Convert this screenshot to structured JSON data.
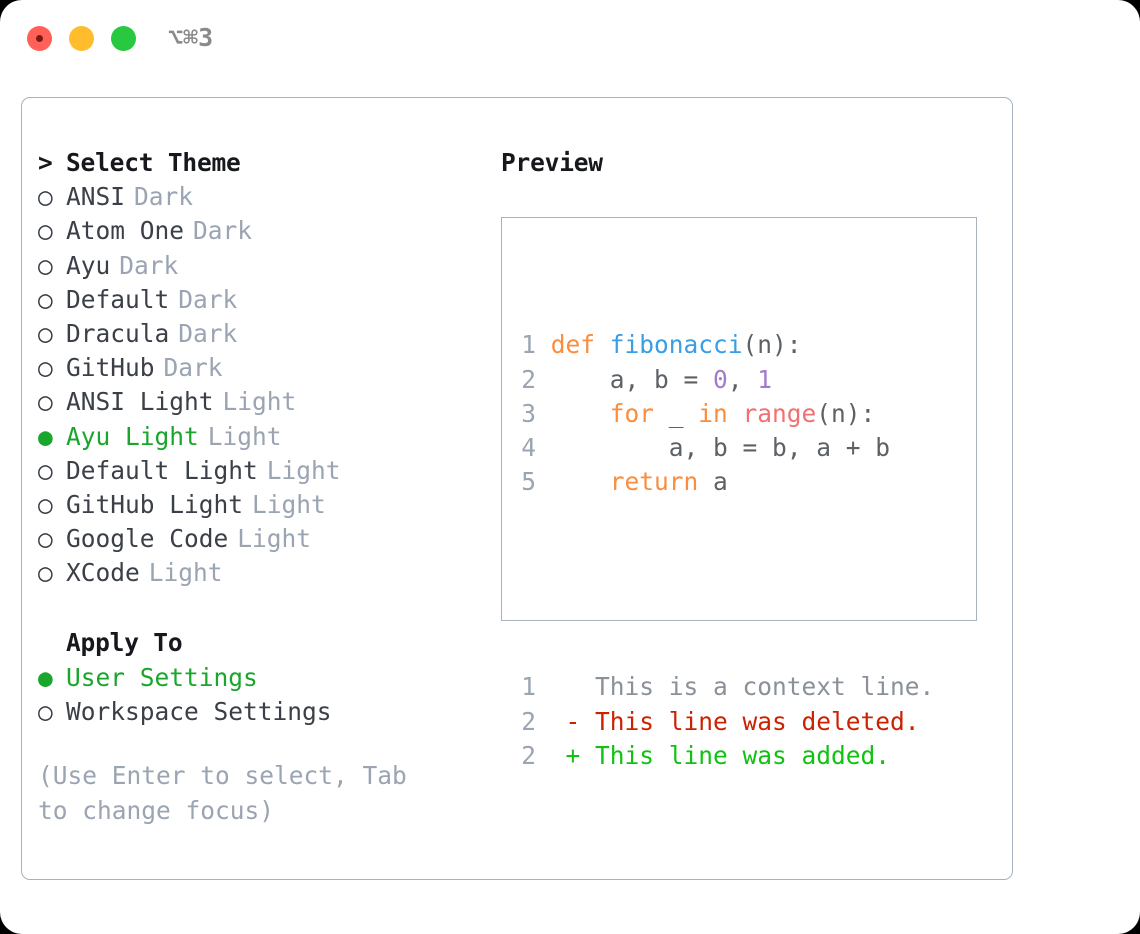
{
  "window": {
    "shortcut": "⌥⌘3",
    "traffic_lights": [
      "close",
      "minimize",
      "zoom"
    ]
  },
  "theme_section": {
    "caret": ">",
    "title": "Select Theme",
    "bullet_off": "○",
    "bullet_on": "●",
    "items": [
      {
        "name": "ANSI",
        "kind": "Dark",
        "selected": false
      },
      {
        "name": "Atom One",
        "kind": "Dark",
        "selected": false
      },
      {
        "name": "Ayu",
        "kind": "Dark",
        "selected": false
      },
      {
        "name": "Default",
        "kind": "Dark",
        "selected": false
      },
      {
        "name": "Dracula",
        "kind": "Dark",
        "selected": false
      },
      {
        "name": "GitHub",
        "kind": "Dark",
        "selected": false
      },
      {
        "name": "ANSI Light",
        "kind": "Light",
        "selected": false
      },
      {
        "name": "Ayu Light",
        "kind": "Light",
        "selected": true
      },
      {
        "name": "Default Light",
        "kind": "Light",
        "selected": false
      },
      {
        "name": "GitHub Light",
        "kind": "Light",
        "selected": false
      },
      {
        "name": "Google Code",
        "kind": "Light",
        "selected": false
      },
      {
        "name": "XCode",
        "kind": "Light",
        "selected": false
      }
    ]
  },
  "apply_section": {
    "title": "Apply To",
    "items": [
      {
        "name": "User Settings",
        "selected": true
      },
      {
        "name": "Workspace Settings",
        "selected": false
      }
    ]
  },
  "hint": "(Use Enter to select, Tab to change focus)",
  "preview": {
    "label": "Preview",
    "code_lines": [
      {
        "no": "1",
        "tokens": [
          {
            "t": "def ",
            "c": "kw"
          },
          {
            "t": "fibonacci",
            "c": "fn"
          },
          {
            "t": "(n):",
            "c": "pl"
          }
        ]
      },
      {
        "no": "2",
        "tokens": [
          {
            "t": "    a, b = ",
            "c": "pl"
          },
          {
            "t": "0",
            "c": "num"
          },
          {
            "t": ", ",
            "c": "pl"
          },
          {
            "t": "1",
            "c": "num"
          }
        ]
      },
      {
        "no": "3",
        "tokens": [
          {
            "t": "    ",
            "c": "pl"
          },
          {
            "t": "for",
            "c": "kw"
          },
          {
            "t": " _ ",
            "c": "pl"
          },
          {
            "t": "in",
            "c": "kw"
          },
          {
            "t": " ",
            "c": "pl"
          },
          {
            "t": "range",
            "c": "bi"
          },
          {
            "t": "(n):",
            "c": "pl"
          }
        ]
      },
      {
        "no": "4",
        "tokens": [
          {
            "t": "        a, b = b, a + b",
            "c": "pl"
          }
        ]
      },
      {
        "no": "5",
        "tokens": [
          {
            "t": "    ",
            "c": "pl"
          },
          {
            "t": "return",
            "c": "kw"
          },
          {
            "t": " a",
            "c": "pl"
          }
        ]
      }
    ],
    "diff_lines": [
      {
        "no": "1",
        "sign": " ",
        "text": "This is a context line.",
        "kind": "context"
      },
      {
        "no": "2",
        "sign": "-",
        "text": "This line was deleted.",
        "kind": "deleted"
      },
      {
        "no": "2",
        "sign": "+",
        "text": "This line was added.",
        "kind": "added"
      }
    ]
  },
  "colors": {
    "selected_green": "#18a62c",
    "muted_gray": "#9aa4b2",
    "border": "#a8b2bf",
    "keyword_orange": "#fa8d3e",
    "function_blue": "#399ee6",
    "builtin_salmon": "#f07171",
    "number_purple": "#a37acc",
    "plain_text": "#5c6166",
    "diff_red": "#cc2200",
    "diff_green": "#12c212"
  }
}
